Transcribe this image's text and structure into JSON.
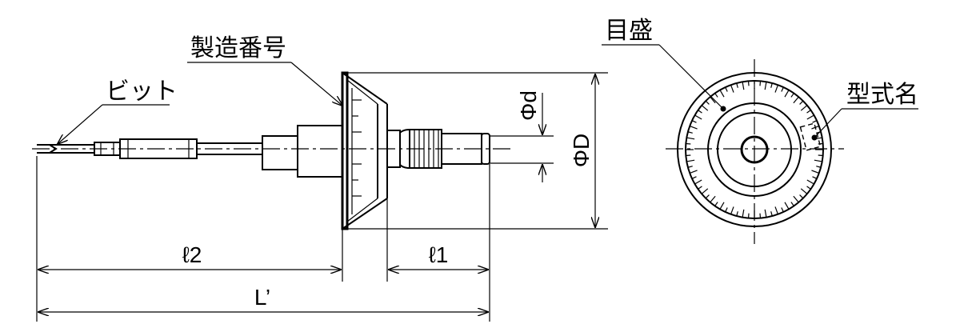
{
  "labels": {
    "bit": "ビット",
    "serial": "製造番号",
    "scale": "目盛",
    "model": "型式名"
  },
  "dimensions": {
    "l2": "ℓ2",
    "l1": "ℓ1",
    "L": "L’",
    "d": "Φd",
    "D": "ΦD"
  },
  "colors": {
    "line": "#000000",
    "background": "#ffffff"
  }
}
